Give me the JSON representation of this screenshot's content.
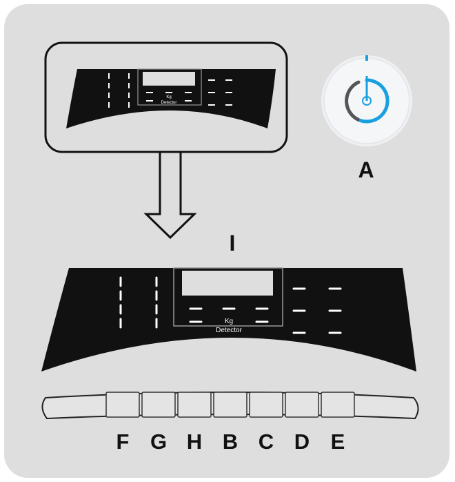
{
  "figure": {
    "callouts": {
      "power_dial": "A",
      "panel_display": "I"
    },
    "panel_text": {
      "line1": "Kg",
      "line2": "Detector"
    },
    "buttons": [
      {
        "letter": "F"
      },
      {
        "letter": "G"
      },
      {
        "letter": "H"
      },
      {
        "letter": "B"
      },
      {
        "letter": "C"
      },
      {
        "letter": "D"
      },
      {
        "letter": "E"
      }
    ],
    "icons": {
      "dial": "power-dial-icon",
      "arrow": "down-arrow-icon"
    },
    "colors": {
      "background": "#dedede",
      "panel": "#111111",
      "dial_accent": "#1aa0e0",
      "dial_dark": "#555555"
    }
  }
}
